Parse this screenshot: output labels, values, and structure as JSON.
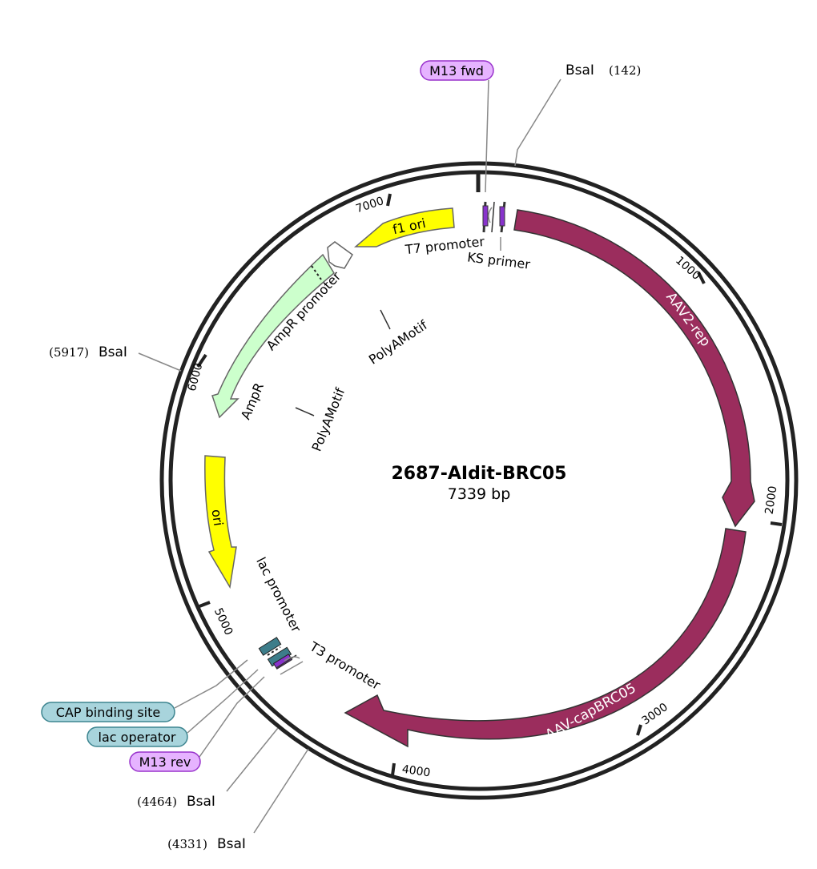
{
  "plasmid": {
    "name": "2687-AIdit-BRC05",
    "length_label": "7339 bp",
    "length_bp": 7339
  },
  "ticks": [
    {
      "label": "1000",
      "bp": 1000
    },
    {
      "label": "2000",
      "bp": 2000
    },
    {
      "label": "3000",
      "bp": 3000
    },
    {
      "label": "4000",
      "bp": 4000
    },
    {
      "label": "5000",
      "bp": 5000
    },
    {
      "label": "6000",
      "bp": 6000
    },
    {
      "label": "7000",
      "bp": 7000
    }
  ],
  "features": {
    "aav2_rep": {
      "label": "AAV2-rep",
      "color": "#9b2d5d"
    },
    "aav_cap": {
      "label": "AAV-capBRC05",
      "color": "#9b2d5d"
    },
    "f1_ori": {
      "label": "f1 ori",
      "color": "#ffff00"
    },
    "ori": {
      "label": "ori",
      "color": "#ffff00"
    },
    "ampr": {
      "label": "AmpR",
      "color": "#ccffcc"
    },
    "ampr_promoter": {
      "label": "AmpR promoter",
      "color": "#ffffff"
    },
    "t7_promoter": {
      "label": "T7 promoter"
    },
    "ks_primer": {
      "label": "KS primer"
    },
    "lac_promoter": {
      "label": "lac promoter"
    },
    "t3_promoter": {
      "label": "T3 promoter"
    },
    "polya_1": {
      "label": "PolyAMotif"
    },
    "polya_2": {
      "label": "PolyAMotif"
    }
  },
  "badges": {
    "m13_fwd": {
      "label": "M13 fwd",
      "color": "#e6b3ff"
    },
    "cap_site": {
      "label": "CAP binding site",
      "color": "#a8d4dc"
    },
    "lac_operator": {
      "label": "lac operator",
      "color": "#a8d4dc"
    },
    "m13_rev": {
      "label": "M13 rev",
      "color": "#e6b3ff"
    }
  },
  "sites": {
    "bsai_142": {
      "name": "BsaI",
      "pos": "(142)"
    },
    "bsai_5917": {
      "name": "BsaI",
      "pos": "(5917)"
    },
    "bsai_4464": {
      "name": "BsaI",
      "pos": "(4464)"
    },
    "bsai_4331": {
      "name": "BsaI",
      "pos": "(4331)"
    }
  }
}
